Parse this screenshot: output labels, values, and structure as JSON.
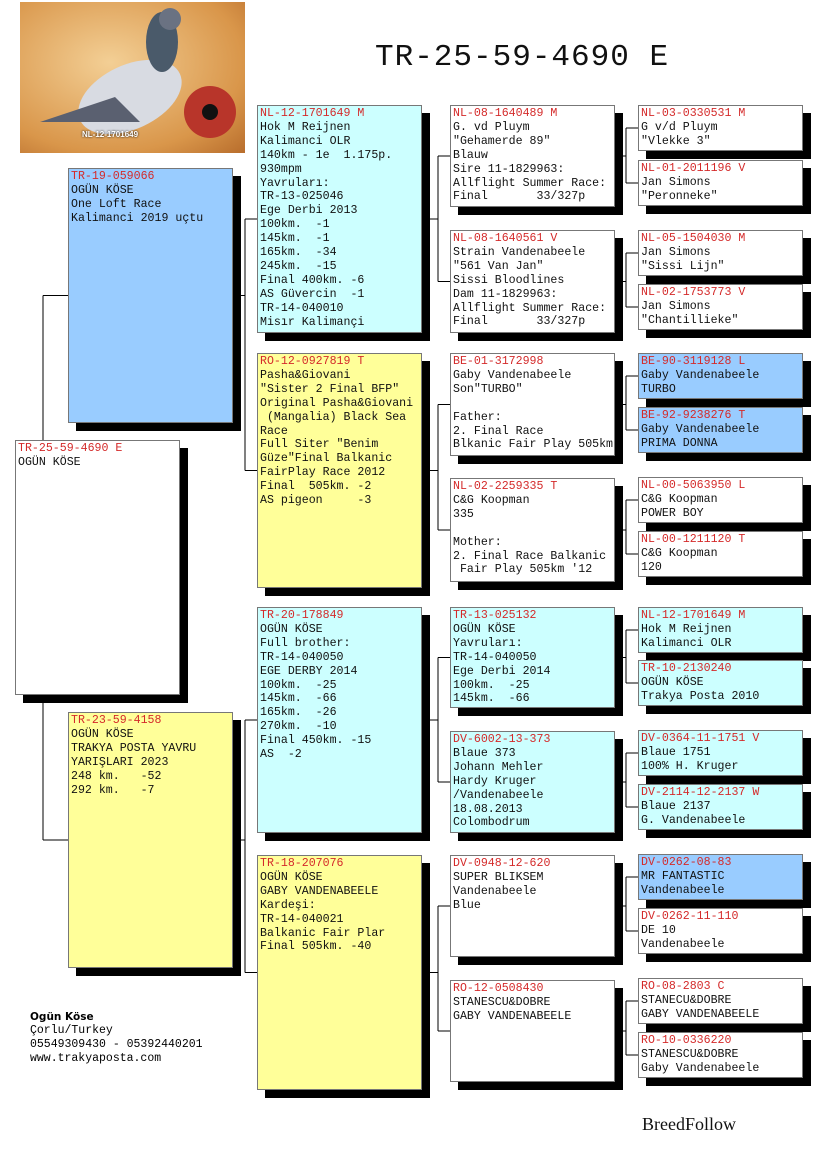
{
  "title": "TR-25-59-4690 E",
  "photo_caption": "NL-12-1701649",
  "colors": {
    "white": "#ffffff",
    "blue": "#99ccff",
    "yellow": "#ffff99",
    "cyan": "#ccffff",
    "ring": "#d42a2a"
  },
  "pedigree": [
    {
      "ring": "TR-25-59-4690 E",
      "color": "white",
      "lines": [
        "OGÜN KÖSE"
      ]
    },
    {
      "ring": "TR-19-059066",
      "color": "blue",
      "lines": [
        "OGÜN KÖSE",
        "One Loft Race",
        "Kalimanci 2019 uçtu"
      ]
    },
    {
      "ring": "TR-23-59-4158",
      "color": "yellow",
      "lines": [
        "OGÜN KÖSE",
        "TRAKYA POSTA YAVRU",
        "YARIŞLARI 2023",
        "248 km.   -52",
        "292 km.   -7"
      ]
    },
    {
      "ring": "NL-12-1701649 M",
      "color": "cyan",
      "lines": [
        "Hok M Reijnen",
        "Kalimanci OLR",
        "140km - 1e  1.175p.",
        "930mpm",
        "Yavruları:",
        "TR-13-025046",
        "Ege Derbi 2013",
        "100km.  -1",
        "145km.  -1",
        "165km.  -34",
        "245km.  -15",
        "Final 400km. -6",
        "AS Güvercin  -1",
        "TR-14-040010",
        "Misır Kalimançi"
      ]
    },
    {
      "ring": "RO-12-0927819 T",
      "color": "yellow",
      "lines": [
        "Pasha&Giovani",
        "\"Sister 2 Final BFP\"",
        "Original Pasha&Giovani",
        " (Mangalia) Black Sea",
        "Race",
        "Full Siter \"Benim",
        "Güze\"Final Balkanic",
        "FairPlay Race 2012",
        "Final  505km. -2",
        "AS pigeon     -3"
      ]
    },
    {
      "ring": "TR-20-178849",
      "color": "cyan",
      "lines": [
        "OGÜN KÖSE",
        "Full brother:",
        "TR-14-040050",
        "EGE DERBY 2014",
        "100km.  -25",
        "145km.  -66",
        "165km.  -26",
        "270km.  -10",
        "Final 450km. -15",
        "AS  -2"
      ]
    },
    {
      "ring": "TR-18-207076",
      "color": "yellow",
      "lines": [
        "OGÜN KÖSE",
        "GABY VANDENABEELE",
        "Kardeşi:",
        "TR-14-040021",
        "Balkanic Fair Plar",
        "Final 505km. -40"
      ]
    },
    {
      "ring": "NL-08-1640489 M",
      "color": "white",
      "lines": [
        "G. vd Pluym",
        "\"Gehamerde 89\"",
        "Blauw",
        "Sire 11-1829963:",
        "Allflight Summer Race:",
        "Final       33/327p"
      ]
    },
    {
      "ring": "NL-08-1640561 V",
      "color": "white",
      "lines": [
        "Strain Vandenabeele",
        "\"561 Van Jan\"",
        "Sissi Bloodlines",
        "Dam 11-1829963:",
        "Allflight Summer Race:",
        "Final       33/327p"
      ]
    },
    {
      "ring": "BE-01-3172998",
      "color": "white",
      "lines": [
        "Gaby Vandenabeele",
        "Son\"TURBO\"",
        "",
        "Father:",
        "2. Final Race",
        "Blkanic Fair Play 505km"
      ]
    },
    {
      "ring": "NL-02-2259335 T",
      "color": "white",
      "lines": [
        "C&G Koopman",
        "335",
        "",
        "Mother:",
        "2. Final Race Balkanic",
        " Fair Play 505km '12"
      ]
    },
    {
      "ring": "TR-13-025132",
      "color": "cyan",
      "lines": [
        "OGÜN KÖSE",
        "Yavruları:",
        "TR-14-040050",
        "Ege Derbi 2014",
        "100km.  -25",
        "145km.  -66"
      ]
    },
    {
      "ring": "DV-6002-13-373",
      "color": "cyan",
      "lines": [
        "Blaue 373",
        "Johann Mehler",
        "Hardy Kruger",
        "/Vandenabeele",
        "18.08.2013",
        "Colombodrum"
      ]
    },
    {
      "ring": "DV-0948-12-620",
      "color": "white",
      "lines": [
        "SUPER BLIKSEM",
        "Vandenabeele",
        "Blue"
      ]
    },
    {
      "ring": "RO-12-0508430",
      "color": "white",
      "lines": [
        "STANESCU&DOBRE",
        "GABY VANDENABEELE"
      ]
    },
    {
      "ring": "NL-03-0330531 M",
      "color": "white",
      "lines": [
        "G v/d Pluym",
        "\"Vlekke 3\""
      ]
    },
    {
      "ring": "NL-01-2011196 V",
      "color": "white",
      "lines": [
        "Jan Simons",
        "\"Peronneke\""
      ]
    },
    {
      "ring": "NL-05-1504030 M",
      "color": "white",
      "lines": [
        "Jan Simons",
        "\"Sissi Lijn\""
      ]
    },
    {
      "ring": "NL-02-1753773 V",
      "color": "white",
      "lines": [
        "Jan Simons",
        "\"Chantillieke\""
      ]
    },
    {
      "ring": "BE-90-3119128 L",
      "color": "blue",
      "lines": [
        "Gaby Vandenabeele",
        "TURBO"
      ]
    },
    {
      "ring": "BE-92-9238276 T",
      "color": "blue",
      "lines": [
        "Gaby Vandenabeele",
        "PRIMA DONNA"
      ]
    },
    {
      "ring": "NL-00-5063950 L",
      "color": "white",
      "lines": [
        "C&G Koopman",
        "POWER BOY"
      ]
    },
    {
      "ring": "NL-00-1211120 T",
      "color": "white",
      "lines": [
        "C&G Koopman",
        "120"
      ]
    },
    {
      "ring": "NL-12-1701649 M",
      "color": "cyan",
      "lines": [
        "Hok M Reijnen",
        "Kalimanci OLR"
      ]
    },
    {
      "ring": "TR-10-2130240",
      "color": "cyan",
      "lines": [
        "OGÜN KÖSE",
        "Trakya Posta 2010"
      ]
    },
    {
      "ring": "DV-0364-11-1751 V",
      "color": "cyan",
      "lines": [
        "Blaue 1751",
        "100% H. Kruger"
      ]
    },
    {
      "ring": "DV-2114-12-2137 W",
      "color": "cyan",
      "lines": [
        "Blaue 2137",
        "G. Vandenabeele"
      ]
    },
    {
      "ring": "DV-0262-08-83",
      "color": "blue",
      "lines": [
        "MR FANTASTIC",
        "Vandenabeele"
      ]
    },
    {
      "ring": "DV-0262-11-110",
      "color": "white",
      "lines": [
        "DE 10",
        "Vandenabeele"
      ]
    },
    {
      "ring": "RO-08-2803 C",
      "color": "white",
      "lines": [
        "STANECU&DOBRE",
        "GABY VANDENABEELE"
      ]
    },
    {
      "ring": "RO-10-0336220",
      "color": "white",
      "lines": [
        "STANESCU&DOBRE",
        "Gaby Vandenabeele"
      ]
    }
  ],
  "owner": {
    "name": "Ogün Köse",
    "city": "Çorlu/Turkey",
    "phones": "05549309430 - 05392440201",
    "website": "www.trakyaposta.com"
  },
  "brand": "BreedFollow"
}
